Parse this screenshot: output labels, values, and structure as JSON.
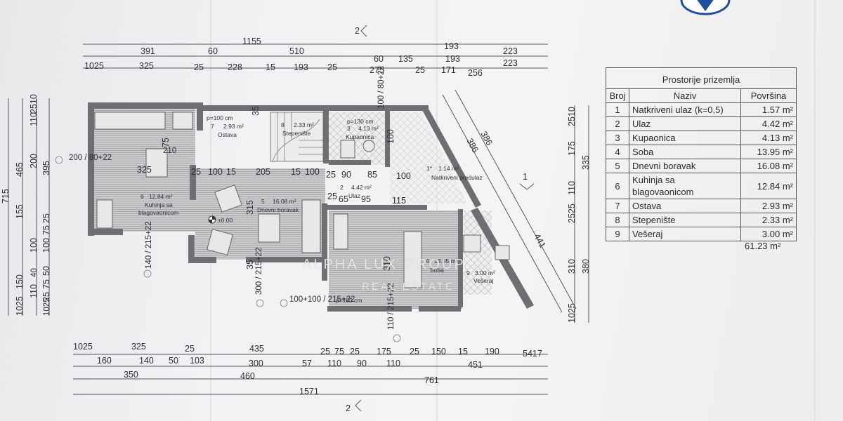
{
  "table": {
    "title": "Prostorije prizemlja",
    "headers": [
      "Broj",
      "Naziv",
      "Površina"
    ],
    "rows": [
      {
        "no": "1",
        "name": "Natkriveni ulaz (k=0,5)",
        "area": "1.57 m²"
      },
      {
        "no": "2",
        "name": "Ulaz",
        "area": "4.42 m²"
      },
      {
        "no": "3",
        "name": "Kupaonica",
        "area": "4.13 m²"
      },
      {
        "no": "4",
        "name": "Soba",
        "area": "13.95 m²"
      },
      {
        "no": "5",
        "name": "Dnevni boravak",
        "area": "16.08 m²"
      },
      {
        "no": "6",
        "name": "Kuhinja sa blagovaonicom",
        "area": "12.84 m²"
      },
      {
        "no": "7",
        "name": "Ostava",
        "area": "2.93 m²"
      },
      {
        "no": "8",
        "name": "Stepenište",
        "area": "2.33 m²"
      },
      {
        "no": "9",
        "name": "Vešeraj",
        "area": "3.00 m²"
      }
    ],
    "total": "61.23 m²"
  },
  "plan": {
    "section_label": "2",
    "section_label_side": "1",
    "top_dims_row1": [
      "1155",
      "193"
    ],
    "top_dims_row2": [
      "391",
      "60",
      "510",
      "60",
      "135",
      "193",
      "223"
    ],
    "top_dims_row3": [
      "1025",
      "325",
      "25",
      "228",
      "15",
      "193",
      "25",
      "275",
      "25",
      "171",
      "256",
      "223"
    ],
    "bottom_dims_row1": [
      "1025",
      "325",
      "25",
      "435",
      "25",
      "75",
      "25",
      "175",
      "25",
      "150",
      "15",
      "190",
      "5417"
    ],
    "bottom_dims_row2": [
      "160",
      "140",
      "50",
      "103",
      "300",
      "57",
      "110",
      "90",
      "110",
      "451"
    ],
    "bottom_dims_row3": [
      "350",
      "460",
      "761"
    ],
    "bottom_dims_row4": [
      "1571"
    ],
    "left_dims_a": [
      "715"
    ],
    "left_dims_b": [
      "465",
      "155",
      "150",
      "1025"
    ],
    "left_dims_c": [
      "2510",
      "110",
      "200",
      "395",
      "100",
      "100",
      "75",
      "25",
      "110",
      "75",
      "50",
      "25"
    ],
    "left_dims_d": [
      "40",
      "200",
      "1025"
    ],
    "right_dims": [
      "2510",
      "175",
      "335",
      "110",
      "2525",
      "310",
      "380",
      "1025"
    ],
    "diag_dims": [
      "386",
      "386",
      "441"
    ],
    "rooms": {
      "r1": {
        "no": "1*",
        "area": "1.14 m²",
        "name": "Natkriveni predulaz"
      },
      "r2": {
        "no": "2",
        "area": "4.42 m²",
        "name": "Ulaz"
      },
      "r3": {
        "no": "3",
        "area": "4.13 m²",
        "name": "Kupaonica"
      },
      "r4": {
        "no": "4",
        "area": "13.95 m²",
        "name": "Soba"
      },
      "r5": {
        "no": "5",
        "area": "16.08 m²",
        "name": "Dnevni boravak"
      },
      "r6": {
        "no": "6",
        "area": "12.84 m²",
        "name1": "Kuhinja sa",
        "name2": "blagovaonicom"
      },
      "r7": {
        "no": "7",
        "area": "2.93 m²",
        "name": "Ostava"
      },
      "r8": {
        "no": "8",
        "area": "2.33 m²",
        "name": "Stepenište"
      },
      "r9": {
        "no": "9",
        "area": "3.00 m²",
        "name": "Vešeraj"
      }
    },
    "level_mark": "±0.00",
    "inner_dims": [
      "325",
      "25",
      "100",
      "15",
      "205",
      "15",
      "100",
      "25",
      "90",
      "85",
      "100",
      "25",
      "65",
      "95",
      "115",
      "315",
      "310",
      "35",
      "35",
      "150",
      "100",
      "75",
      "210"
    ],
    "openings": [
      "200 / 80+22",
      "140 / 215+22",
      "300 / 215+22",
      "100+100 / 215+22",
      "110 / 215+22",
      "100 / 80+22"
    ],
    "p_notes": [
      "p=100 cm",
      "p=130 cm",
      "p=100 cm"
    ]
  },
  "watermark": {
    "line1": "ALPHA LUX GROUP",
    "line2": "REAL ESTATE"
  },
  "colors": {
    "wall": "#6d6f72",
    "ink": "#2e3036",
    "paper": "#f1f2f3",
    "logo": "#1f4e9a"
  }
}
